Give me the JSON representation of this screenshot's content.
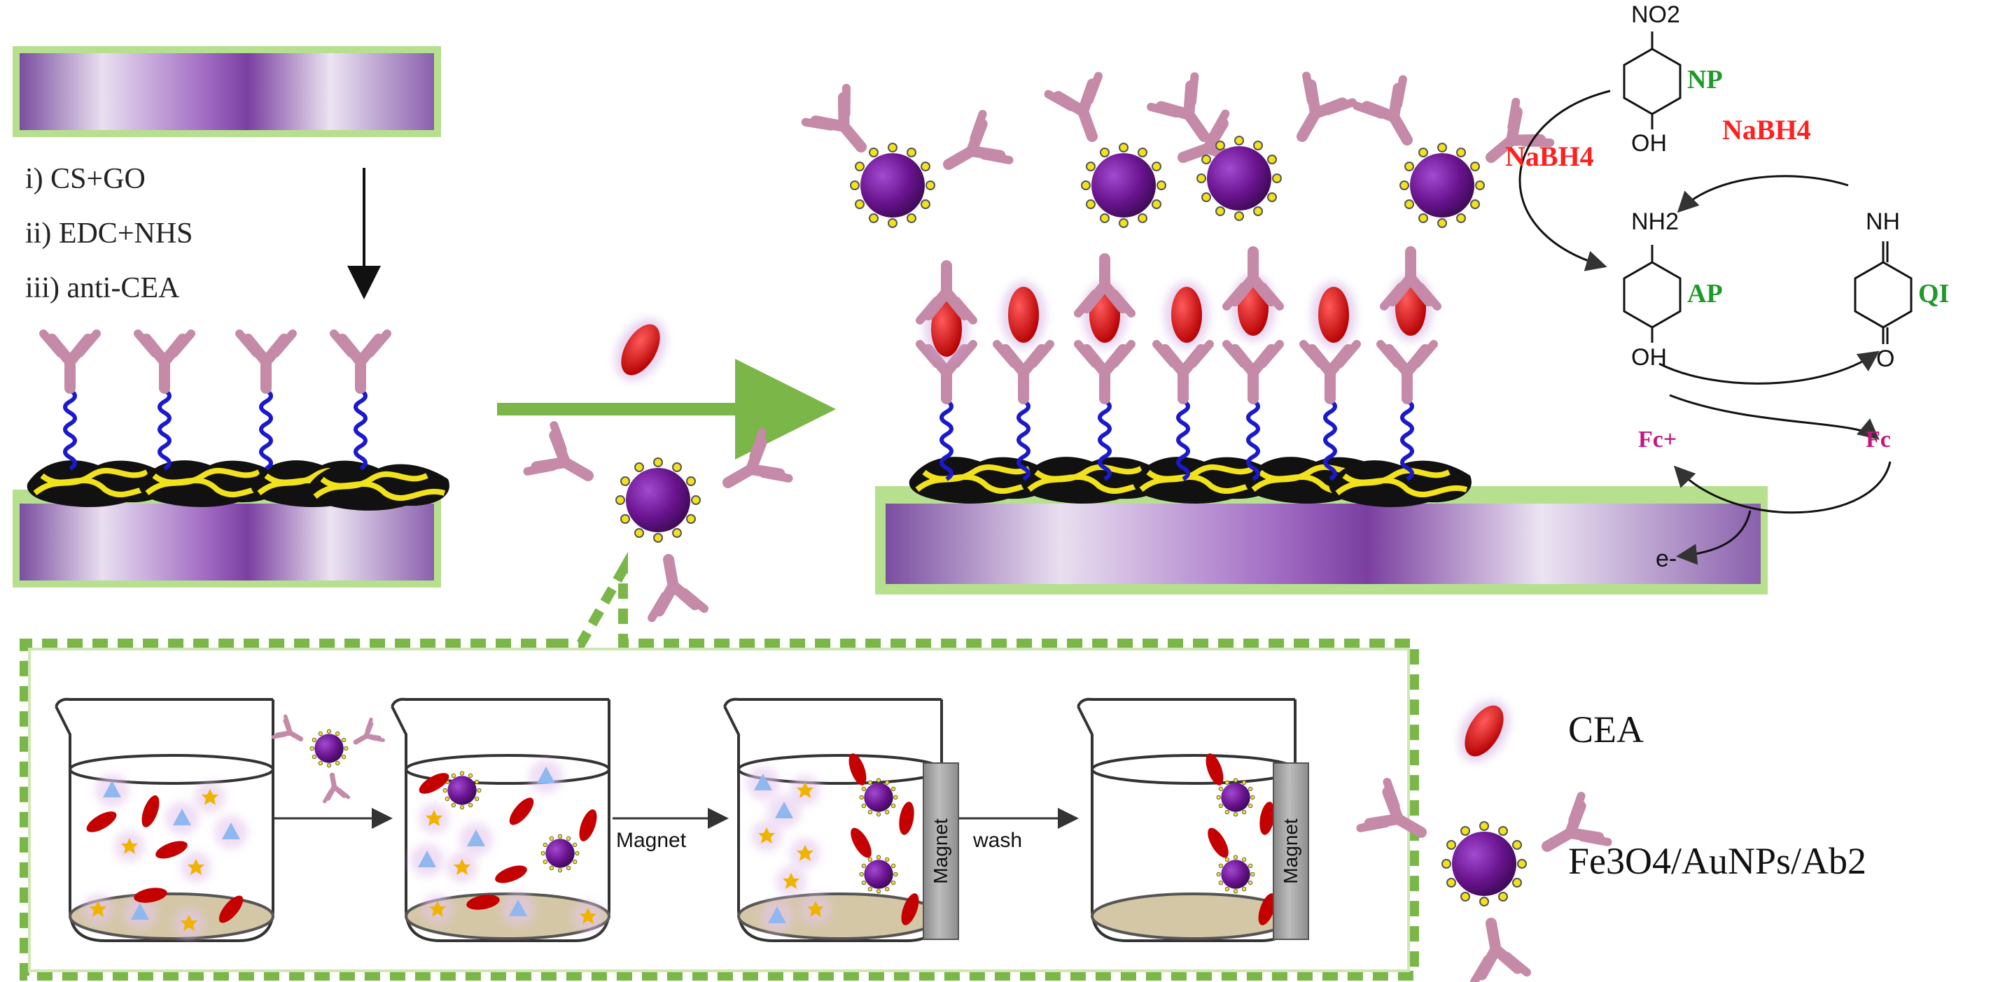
{
  "steps": [
    "i)   CS+GO",
    "ii)  EDC+NHS",
    "iii) anti-CEA"
  ],
  "reaction": {
    "nitro": "NO2",
    "np": "NP",
    "nabh4_left": "NaBH4",
    "nabh4_right": "NaBH4",
    "nh2": "NH2",
    "ap": "AP",
    "oh_ap": "OH",
    "oh_np": "OH",
    "nh": "NH",
    "qi": "QI",
    "o": "O",
    "fc_plus": "Fc+",
    "fc": "Fc",
    "electron": "e-"
  },
  "process": {
    "magnet_arrow": "Magnet",
    "wash_arrow": "wash",
    "magnet_block": "Magnet"
  },
  "legend": {
    "cea": "CEA",
    "probe_main": "Fe3O4/AuNPs/Ab2"
  },
  "colors": {
    "green": "#7ab648",
    "purple": "#6a1b9a",
    "red": "#d40000",
    "antibody": "#c48aa7",
    "linker": "#1a1acc",
    "graphene_yellow": "#f2e21b"
  }
}
